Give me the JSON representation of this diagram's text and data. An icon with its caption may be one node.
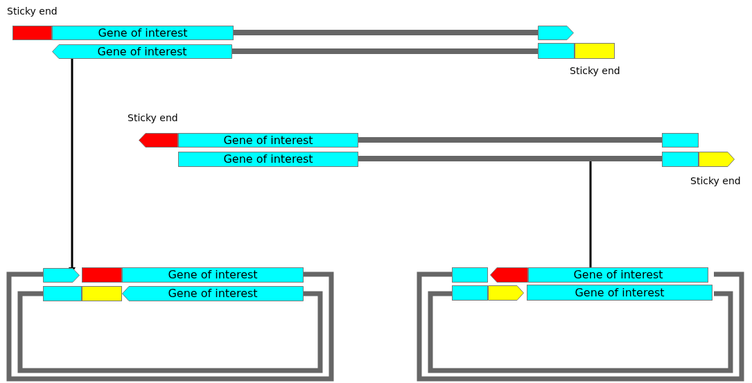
{
  "diagram": {
    "nodes": [
      {
        "text": [],
        "shape": "box"
      },
      {
        "text": [
          "Gene of interest"
        ]
      },
      {
        "text": [],
        "shape": "bar"
      },
      {
        "text": [],
        "shape": "pentagon"
      },
      {
        "text": [
          "Gene of interest"
        ]
      },
      {
        "text": [],
        "shape": "bar"
      },
      {
        "text": [],
        "shape": "box"
      },
      {
        "text": [],
        "shape": "box"
      },
      {
        "text": [],
        "shape": "pentagon"
      },
      {
        "text": [
          "Gene of interest"
        ]
      },
      {
        "text": [],
        "shape": "bar"
      },
      {
        "text": [],
        "shape": "box"
      },
      {
        "text": [
          "Gene of interest"
        ]
      },
      {
        "text": [],
        "shape": "bar"
      },
      {
        "text": [],
        "shape": "box"
      },
      {
        "text": [],
        "shape": "pentagon"
      },
      {
        "text": [],
        "shape": "ring"
      },
      {
        "text": [],
        "shape": "pentagon"
      },
      {
        "text": [],
        "shape": "box"
      },
      {
        "text": [
          "Gene of interest"
        ]
      },
      {
        "text": [],
        "shape": "box",
        "in": 16
      },
      {
        "text": [],
        "shape": "box",
        "in": 16
      },
      {
        "text": [
          "Gene of interest"
        ],
        "in": 16
      },
      {
        "text": [],
        "shape": "ring"
      },
      {
        "text": [],
        "shape": "box"
      },
      {
        "text": [],
        "shape": "pentagon"
      },
      {
        "text": [
          "Gene of interest"
        ]
      },
      {
        "text": [],
        "shape": "box",
        "in": 23
      },
      {
        "text": [],
        "shape": "pentagon",
        "in": 23
      },
      {
        "text": [
          "Gene of interest"
        ],
        "in": 23
      }
    ],
    "edges": [
      {
        "from": 4,
        "to": 16,
        "arrow": "to"
      },
      {
        "from": 13,
        "to": 23,
        "arrow": "to"
      }
    ],
    "labels": [
      "Sticky end",
      "Sticky end",
      "Sticky end",
      "Sticky end"
    ]
  }
}
